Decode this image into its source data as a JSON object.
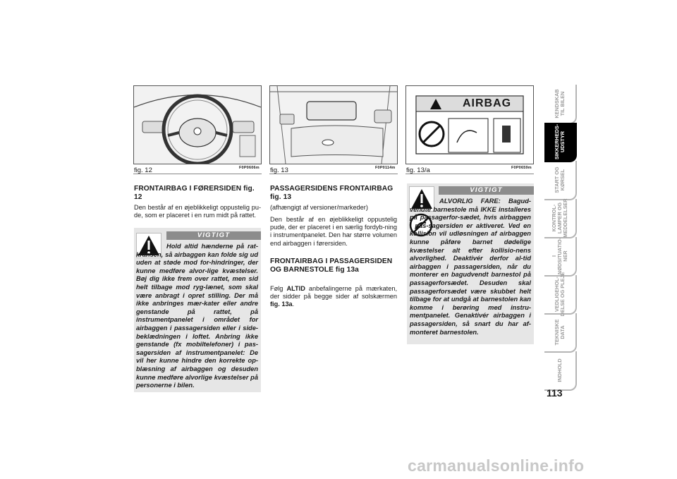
{
  "figures": [
    {
      "caption": "fig. 12",
      "code": "F0P0606m"
    },
    {
      "caption": "fig. 13",
      "code": "F0P0114m"
    },
    {
      "caption": "fig. 13/a",
      "code": "F0P0659m"
    }
  ],
  "label_text": "AIRBAG",
  "col1": {
    "heading": "FRONTAIRBAG I FØRERSIDEN fig. 12",
    "body": "Den består af en øjeblikkeligt oppustelig pu-de, som er placeret i en rum midt på rattet.",
    "warning_title": "VIGTIGT",
    "warning_text": "Hold altid hænderne på rat-kransen, så airbaggen kan folde sig ud uden at støde mod for-hindringer, der kunne medføre alvor-lige kvæstelser. Bøj dig ikke frem over rattet, men sid helt tilbage mod ryg-lænet, som skal være anbragt i opret stilling. Der må ikke anbringes mær-kater eller andre genstande på rattet, på instrumentpanelet i området for airbaggen i passagersiden eller i side-beklædningen i loftet. Anbring ikke genstande (fx mobiltelefoner) i pas-sagersiden af instrumentpanelet: De vil her kunne hindre den korrekte op-blæsning af airbaggen og desuden kunne medføre alvorlige kvæstelser på personerne i bilen."
  },
  "col2": {
    "heading1": "PASSAGERSIDENS FRONTAIRBAG fig. 13",
    "sub1": "(afhængigt af versioner/markeder)",
    "body1": "Den består af en øjeblikkeligt oppustelig pude, der er placeret i en særlig fordyb-ning i instrumentpanelet. Den har større volumen end airbaggen i førersiden.",
    "heading2": "FRONTAIRBAG I PASSAGERSIDEN OG BARNESTOLE fig 13a",
    "body2_pre": "Følg ",
    "body2_bold1": "ALTID",
    "body2_mid": " anbefalingerne på mærkaten, der sidder på begge sider af solskærmen ",
    "body2_bold2": "fig. 13a",
    "body2_end": "."
  },
  "col3": {
    "warning_title": "VIGTIGT",
    "warning_text": "ALVORLIG FARE: Bagud-vendte barnestole må IKKE installeres på passagerfor-sædet, hvis airbaggen i pas-sagersiden er aktiveret. Ved en kollision vil udløsningen af airbaggen kunne påføre barnet dødelige kvæstelser alt efter kollisio-nens alvorlighed. Deaktivér derfor al-tid airbaggen i passagersiden, når du monterer en bagudvendt barnestol på passagerforsædet. Desuden skal passagerforsædet være skubbet helt tilbage for at undgå at barnestolen kan komme i berøring med instru-mentpanelet. Genaktivér airbaggen i passagersiden, så snart du har af-monteret barnestolen."
  },
  "tabs": [
    {
      "label": "KENDSKAB\nTIL BILEN",
      "active": false
    },
    {
      "label": "SIKKERHEDS-\nUDSTYR",
      "active": true
    },
    {
      "label": "START OG\nKØRSEL",
      "active": false
    },
    {
      "label": "KONTROL-\nLAMPER OG\nMEDDELELSER",
      "active": false
    },
    {
      "label": "I\nNØDSITUATIO-\nNER",
      "active": false
    },
    {
      "label": "VEDLIGEHOL-\nDELSE OG PLEJE",
      "active": false
    },
    {
      "label": "TEKNISKE\nDATA",
      "active": false
    },
    {
      "label": "INDHOLD",
      "active": false
    }
  ],
  "page_number": "113",
  "watermark": "carmanualsonline.info"
}
